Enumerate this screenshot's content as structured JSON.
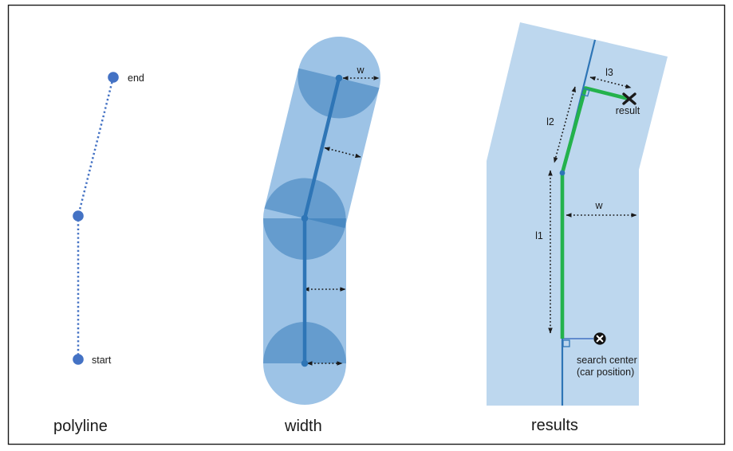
{
  "figure": {
    "panels": [
      {
        "id": "polyline",
        "label": "polyline"
      },
      {
        "id": "width",
        "label": "width"
      },
      {
        "id": "results",
        "label": "results"
      }
    ]
  },
  "polyline_panel": {
    "end_label": "end",
    "start_label": "start"
  },
  "width_panel": {
    "w_label": "w"
  },
  "results_panel": {
    "l1_label": "l1",
    "l2_label": "l2",
    "l3_label": "l3",
    "w_label": "w",
    "result_label": "result",
    "search_center_line1": "search center",
    "search_center_line2": "(car position)"
  },
  "colors": {
    "corridor_mid_blue": "#9DC3E6",
    "corridor_light_blue": "#BDD7EE",
    "half_disk_blue": "#2E75B6",
    "road_blue": "#2E75B6",
    "marker_blue": "#4472C4",
    "result_green": "#24B24C",
    "ink_black": "#1a1a1a"
  }
}
